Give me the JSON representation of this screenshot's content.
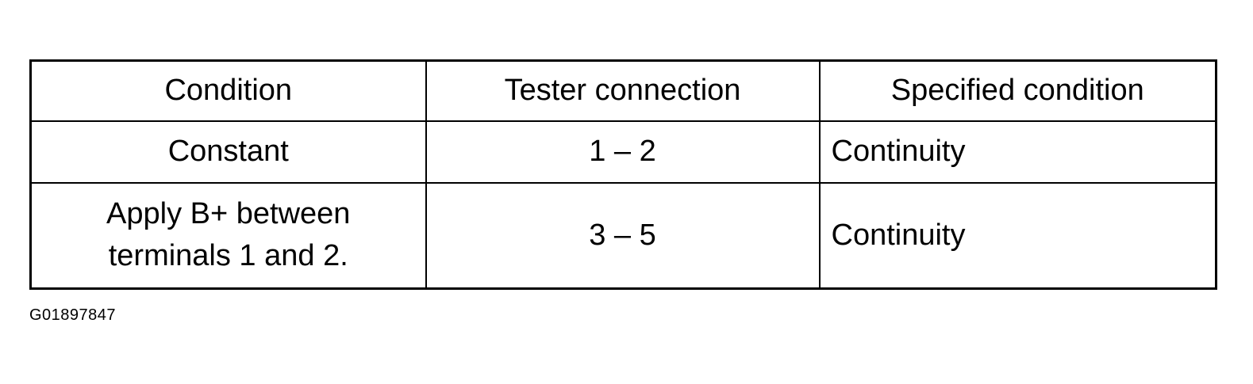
{
  "table": {
    "headers": [
      "Condition",
      "Tester connection",
      "Specified condition"
    ],
    "rows": [
      {
        "condition": "Constant",
        "tester_connection": "1 – 2",
        "specified_condition": "Continuity"
      },
      {
        "condition": "Apply B+ between\nterminals 1 and 2.",
        "tester_connection": "3 – 5",
        "specified_condition": "Continuity"
      }
    ]
  },
  "figure_code": "G01897847"
}
